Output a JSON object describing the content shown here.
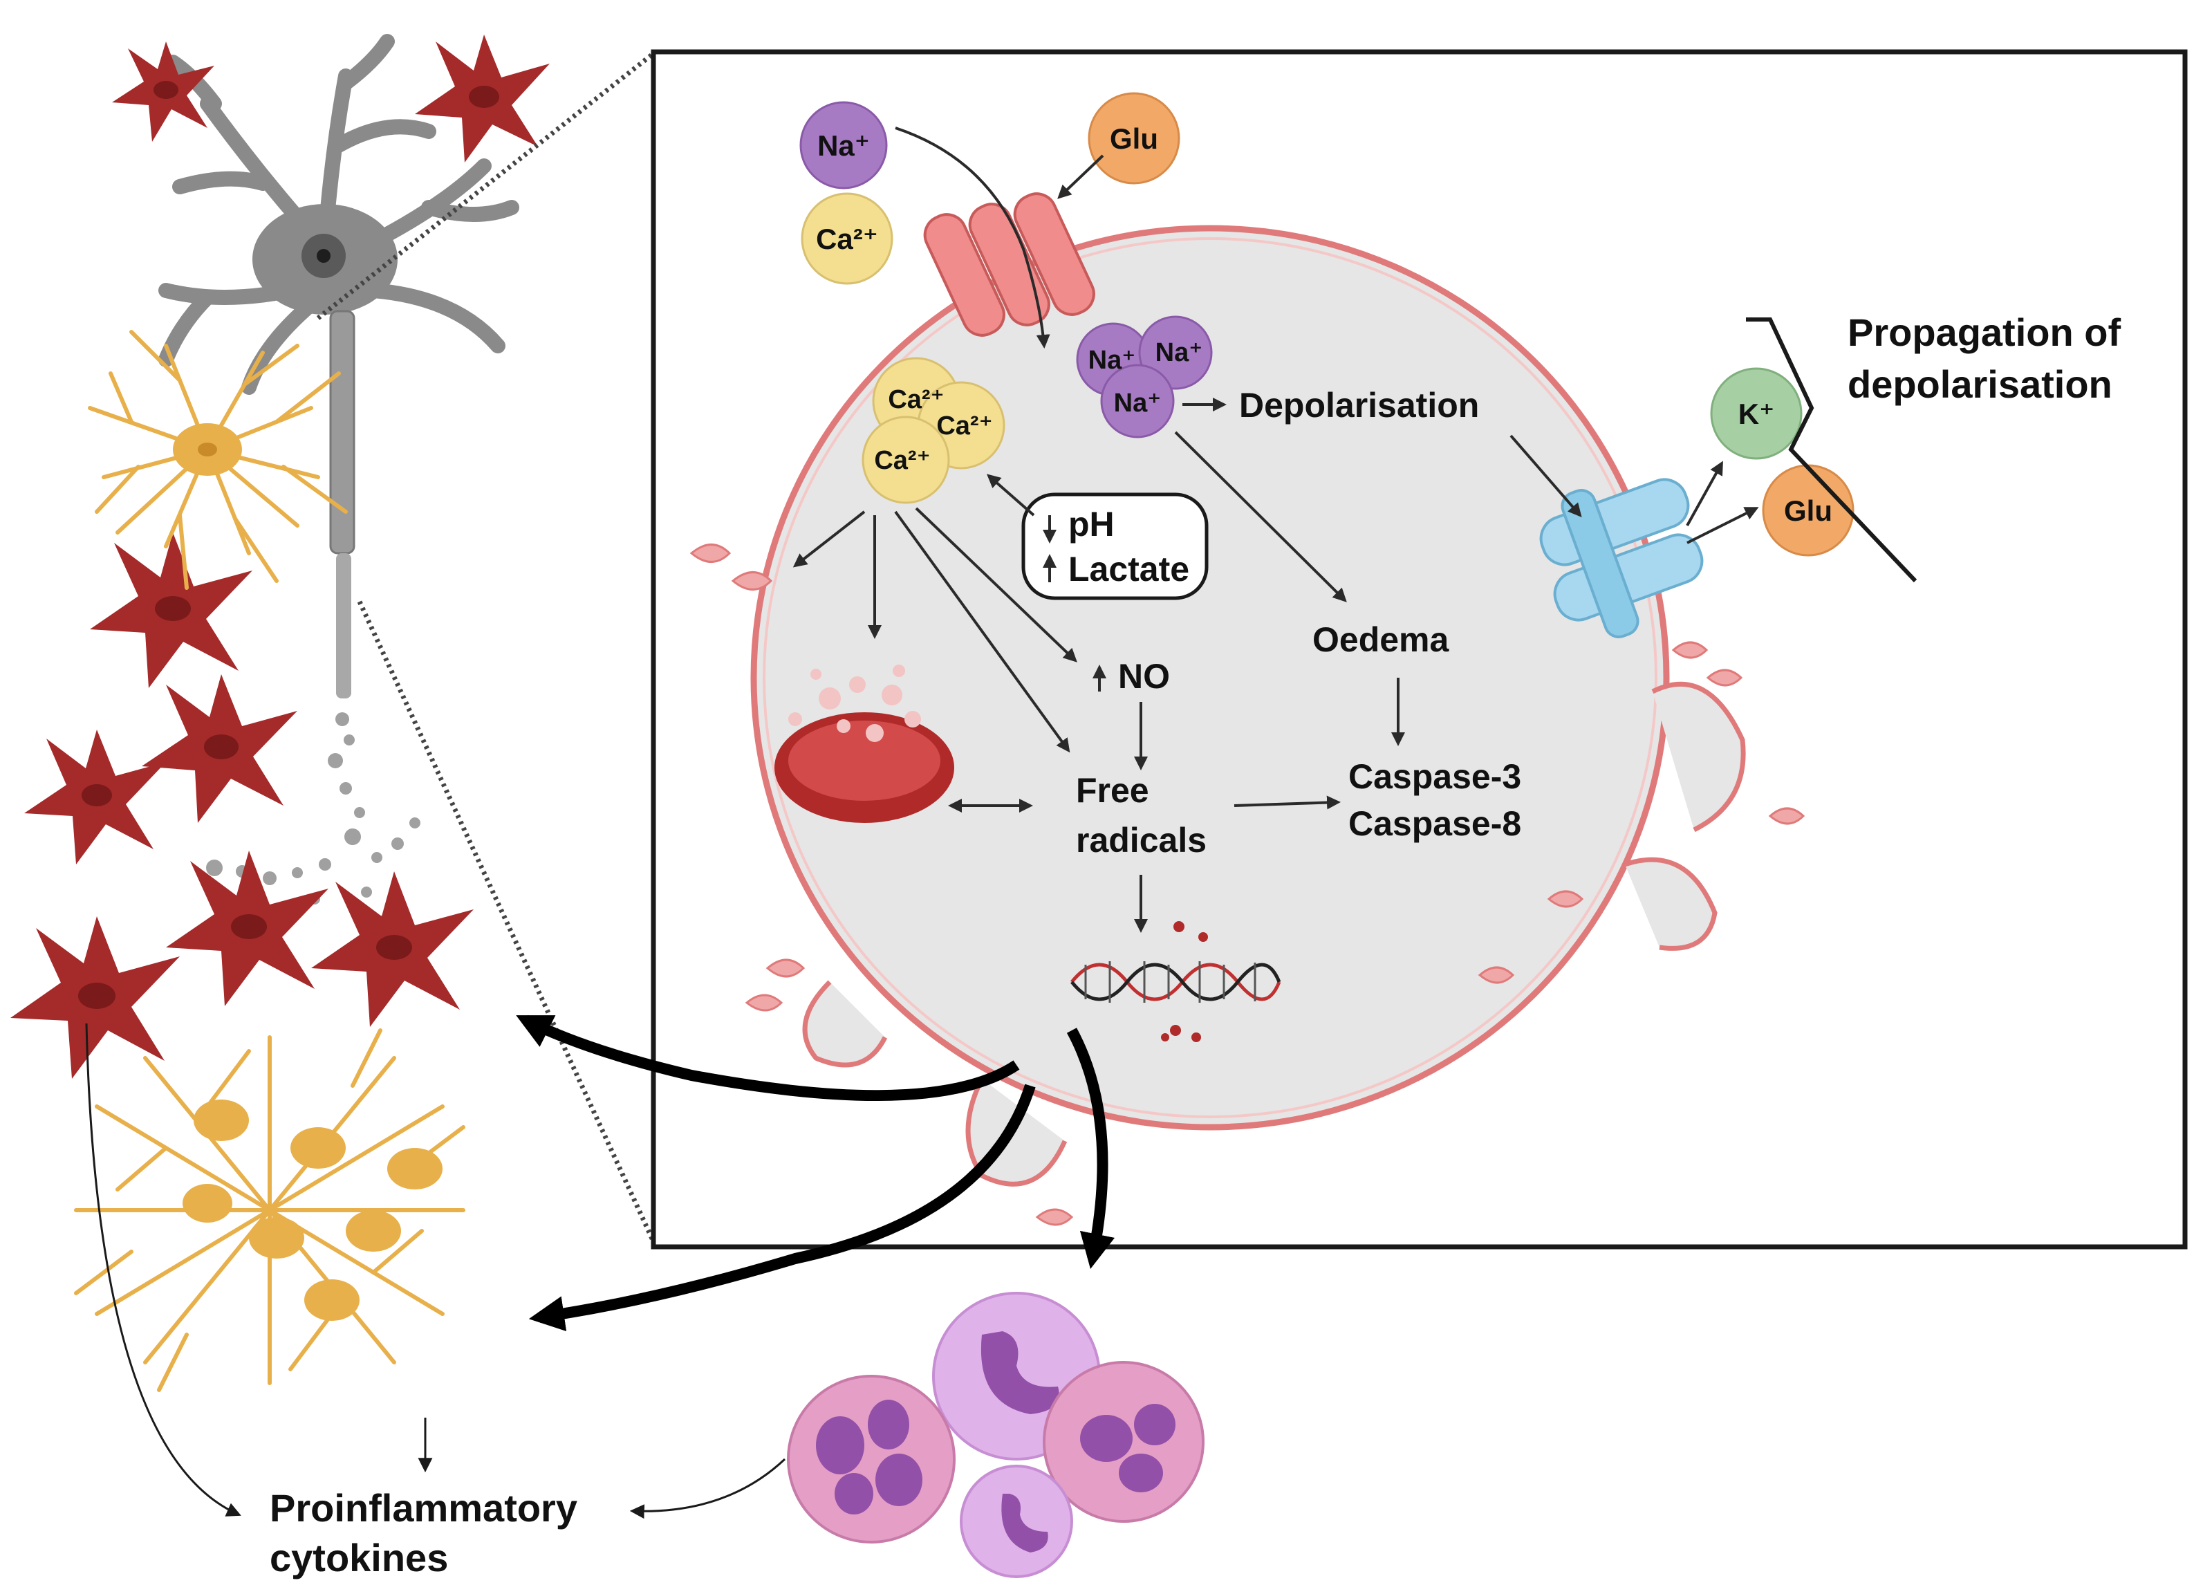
{
  "ions": {
    "na": "Na⁺",
    "ca": "Ca²⁺",
    "glu": "Glu",
    "k": "K⁺"
  },
  "labels": {
    "depolarisation": "Depolarisation",
    "ph": "pH",
    "lactate": "Lactate",
    "no": "NO",
    "free_radicals_line1": "Free",
    "free_radicals_line2": "radicals",
    "oedema": "Oedema",
    "caspase3": "Caspase-3",
    "caspase8": "Caspase-8",
    "propagation_line1": "Propagation of",
    "propagation_line2": "depolarisation",
    "cytokines_line1": "Proinflammatory",
    "cytokines_line2": "cytokines"
  },
  "colors": {
    "microglia": "#a52a2a",
    "astrocyte": "#e8b04a",
    "neuron": "#8a8a8a",
    "membrane": "#e07a7a",
    "cytoplasm": "#e6e6e6",
    "sodium": "#a77bc4",
    "calcium": "#f3df8f",
    "glutamate": "#f2a968",
    "potassium": "#a7cfa4",
    "transporter": "#a8d8ef",
    "channel": "#f08c8c",
    "leukocyte": "#d58bc8"
  }
}
